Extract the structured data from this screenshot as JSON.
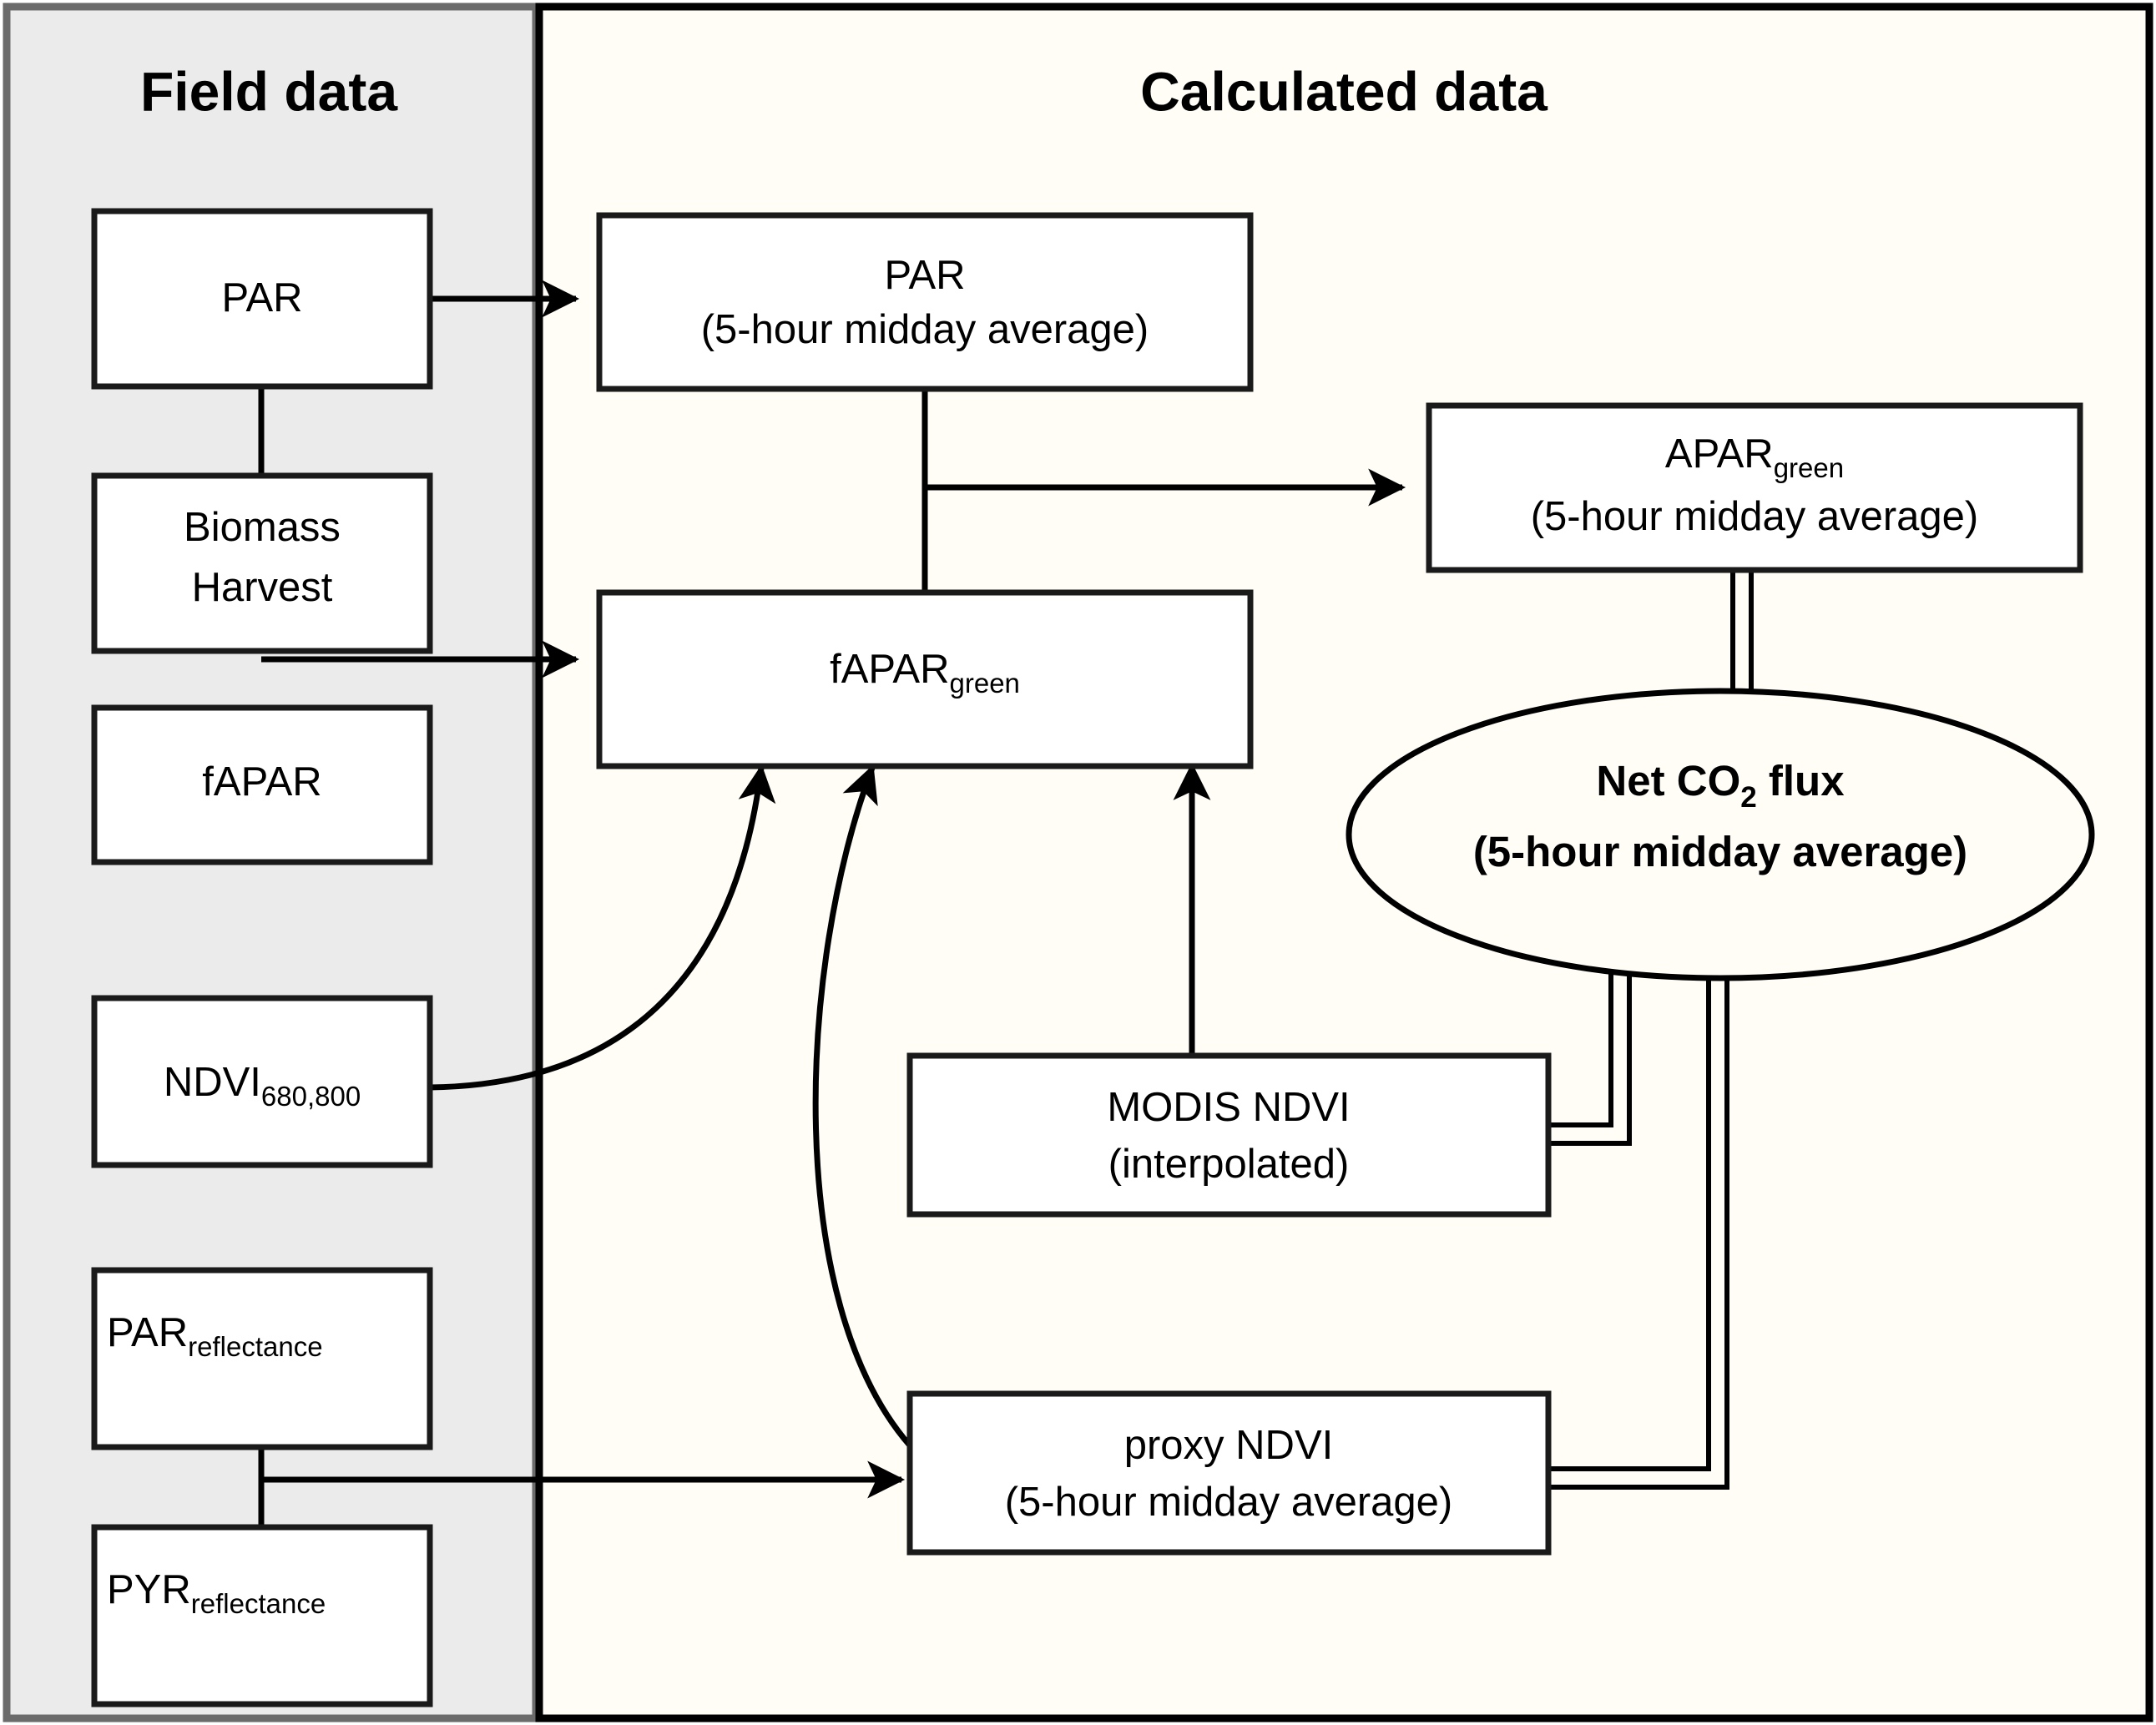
{
  "figure": {
    "type": "flowchart",
    "panels": [
      {
        "id": "field",
        "title": "Field data",
        "background": "#ebebeb"
      },
      {
        "id": "calculated",
        "title": "Calculated data",
        "background": "#fffdf5"
      }
    ],
    "nodes": [
      {
        "id": "par_field",
        "panel": "field",
        "shape": "rect",
        "label": "PAR",
        "sub": "",
        "subscript": ""
      },
      {
        "id": "biomass_harvest",
        "panel": "field",
        "shape": "rect",
        "label": "Biomass",
        "label2": "Harvest",
        "subscript": ""
      },
      {
        "id": "fapar_field",
        "panel": "field",
        "shape": "rect",
        "label": "fAPAR",
        "sub": "",
        "subscript": ""
      },
      {
        "id": "ndvi_680_800",
        "panel": "field",
        "shape": "rect",
        "label": "NDVI",
        "subscript": "680,800"
      },
      {
        "id": "par_reflectance",
        "panel": "field",
        "shape": "rect",
        "label": "PAR",
        "subscript": "reflectance"
      },
      {
        "id": "pyr_reflectance",
        "panel": "field",
        "shape": "rect",
        "label": "PYR",
        "subscript": "reflectance"
      },
      {
        "id": "par_calc",
        "panel": "calculated",
        "shape": "rect",
        "label": "PAR",
        "sub": "(5-hour midday average)",
        "subscript": ""
      },
      {
        "id": "apar_green",
        "panel": "calculated",
        "shape": "rect",
        "label": "APAR",
        "subscript": "green",
        "sub": "(5-hour midday average)"
      },
      {
        "id": "fapar_green",
        "panel": "calculated",
        "shape": "rect",
        "label": "fAPAR",
        "subscript": "green",
        "sub": ""
      },
      {
        "id": "net_co2_flux",
        "panel": "calculated",
        "shape": "ellipse",
        "label": "Net CO",
        "subscript": "2",
        "label_tail": " flux",
        "sub": "(5-hour midday average)"
      },
      {
        "id": "modis_ndvi",
        "panel": "calculated",
        "shape": "rect",
        "label": "MODIS NDVI",
        "sub": "(interpolated)",
        "subscript": ""
      },
      {
        "id": "proxy_ndvi",
        "panel": "calculated",
        "shape": "rect",
        "label": "proxy NDVI",
        "sub": "(5-hour midday average)",
        "subscript": ""
      }
    ],
    "edges": [
      {
        "from": "par_field",
        "to": "par_calc",
        "style": "straight-arrow"
      },
      {
        "from": "biomass_harvest",
        "to": "fapar_green",
        "style": "straight-arrow"
      },
      {
        "from": "fapar_field",
        "to": "fapar_green",
        "style": "straight-arrow"
      },
      {
        "from": "par_calc",
        "to": "apar_green",
        "style": "elbow-arrow"
      },
      {
        "from": "par_calc",
        "to": "fapar_green",
        "style": "straight-line"
      },
      {
        "from": "fapar_green",
        "to": "apar_green",
        "style": "straight-line"
      },
      {
        "from": "ndvi_680_800",
        "to": "fapar_green",
        "style": "curved-arrow"
      },
      {
        "from": "proxy_ndvi",
        "to": "fapar_green",
        "style": "curved-arrow"
      },
      {
        "from": "modis_ndvi",
        "to": "fapar_green",
        "style": "straight-arrow"
      },
      {
        "from": "par_reflectance",
        "to": "proxy_ndvi",
        "style": "straight-arrow"
      },
      {
        "from": "pyr_reflectance",
        "to": "proxy_ndvi",
        "style": "straight-arrow"
      },
      {
        "from": "apar_green",
        "to": "net_co2_flux",
        "style": "double-line"
      },
      {
        "from": "net_co2_flux",
        "to": "modis_ndvi",
        "style": "double-line"
      },
      {
        "from": "net_co2_flux",
        "to": "proxy_ndvi",
        "style": "double-line"
      }
    ],
    "colors": {
      "field_panel_bg": "#ebebeb",
      "calculated_panel_bg": "#fffdf5",
      "box_fill": "#ffffff",
      "line": "#000000",
      "field_panel_border": "#6b6b6b"
    }
  }
}
